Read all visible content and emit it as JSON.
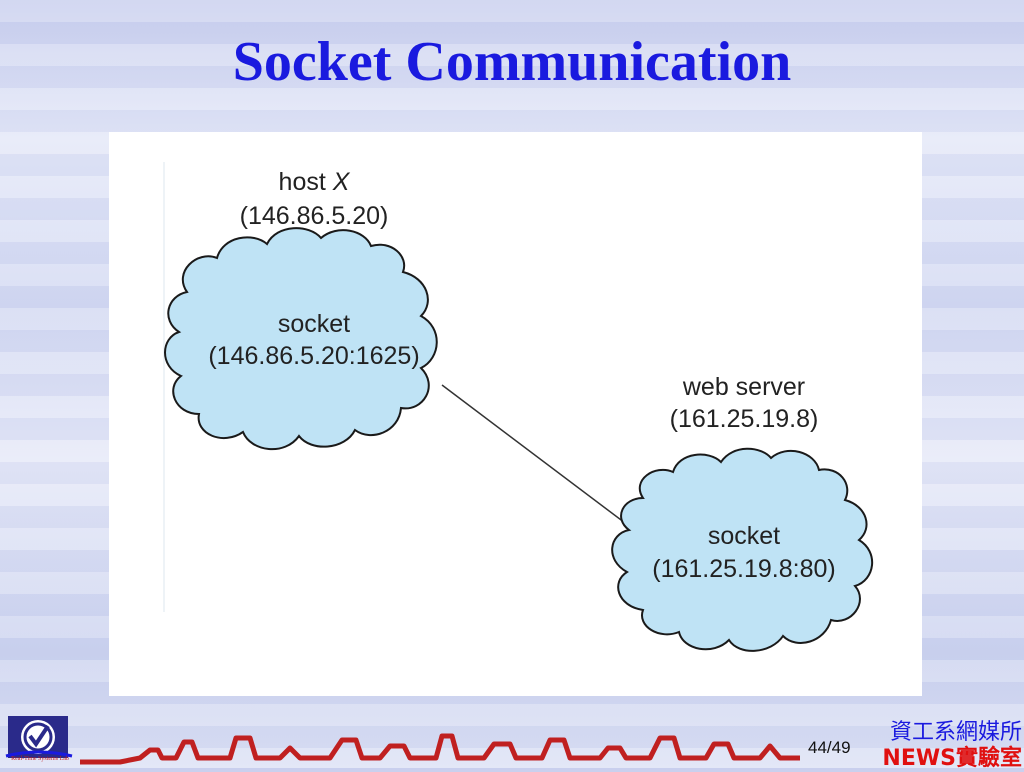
{
  "slide": {
    "title": "Socket Communication",
    "page_current": "44",
    "page_total": "49",
    "page_separator": "/"
  },
  "diagram": {
    "host": {
      "name_prefix": "host ",
      "name_var": "X",
      "address": "(146.86.5.20)",
      "socket_label": "socket",
      "socket_address": "(146.86.5.20:1625)"
    },
    "server": {
      "name": "web server",
      "address": "(161.25.19.8)",
      "socket_label": "socket",
      "socket_address": "(161.25.19.8:80)"
    },
    "colors": {
      "cloud_fill": "#bfe3f5",
      "cloud_stroke": "#1a1a1a",
      "link": "#333333"
    }
  },
  "footer": {
    "logo_text": "Real-Time Systems Lab",
    "department": "資工系網媒所",
    "lab_prefix": "NEWS",
    "lab_suffix": "實驗室"
  }
}
